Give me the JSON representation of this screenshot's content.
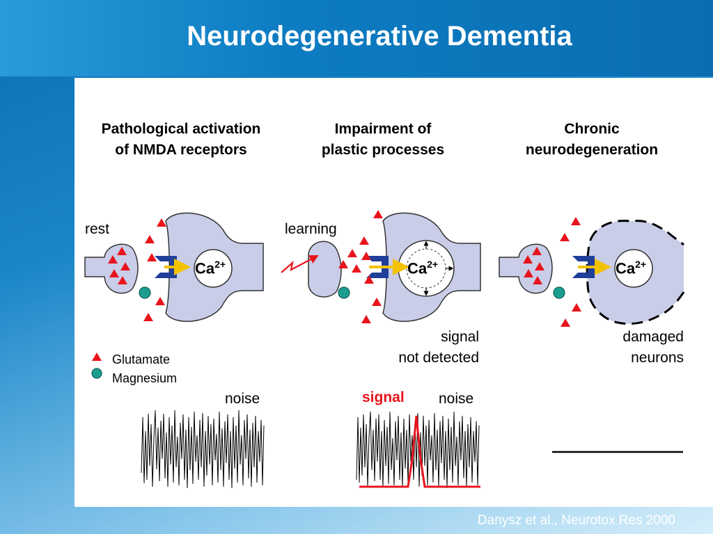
{
  "slide": {
    "title": "Neurodegenerative Dementia",
    "citation": "Danysz et al., Neurotox Res 2000"
  },
  "columns": [
    {
      "heading_line1": "Pathological activation",
      "heading_line2": "of NMDA receptors",
      "state_label": "rest",
      "noise_label": "noise"
    },
    {
      "heading_line1": "Impairment of",
      "heading_line2": "plastic processes",
      "state_label": "learning",
      "outcome_line1": "signal",
      "outcome_line2": "not detected",
      "signal_label": "signal",
      "noise_label": "noise"
    },
    {
      "heading_line1": "Chronic",
      "heading_line2": "neurodegeneration",
      "outcome_line1": "damaged",
      "outcome_line2": "neurons"
    }
  ],
  "ion": {
    "base": "Ca",
    "charge": "2+"
  },
  "legend": {
    "glutamate": {
      "label": "Glutamate",
      "color": "#e8141c"
    },
    "magnesium": {
      "label": "Magnesium",
      "color": "#1a9e8f"
    }
  },
  "colors": {
    "neuron_fill": "#c9cde8",
    "receptor": "#1f3f99",
    "arrow": "#f2c200",
    "signal_trace": "#e8141c"
  }
}
